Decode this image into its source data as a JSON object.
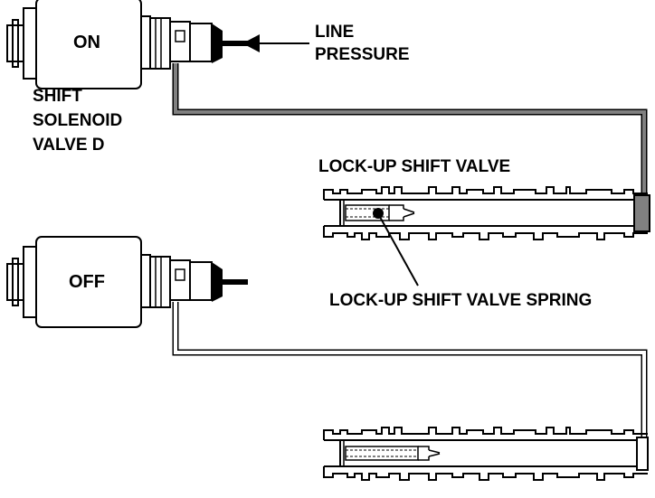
{
  "solenoid_on": {
    "state_label": "ON",
    "name_lines": [
      "SHIFT",
      "SOLENOID",
      "VALVE D"
    ]
  },
  "solenoid_off": {
    "state_label": "OFF"
  },
  "line_pressure": {
    "lines": [
      "LINE",
      "PRESSURE"
    ]
  },
  "lockup_valve": {
    "title": "LOCK-UP SHIFT VALVE",
    "spring_label": "LOCK-UP SHIFT VALVE SPRING"
  },
  "colors": {
    "ink": "#000000",
    "pressure_fill": "#808080",
    "background": "#ffffff"
  }
}
